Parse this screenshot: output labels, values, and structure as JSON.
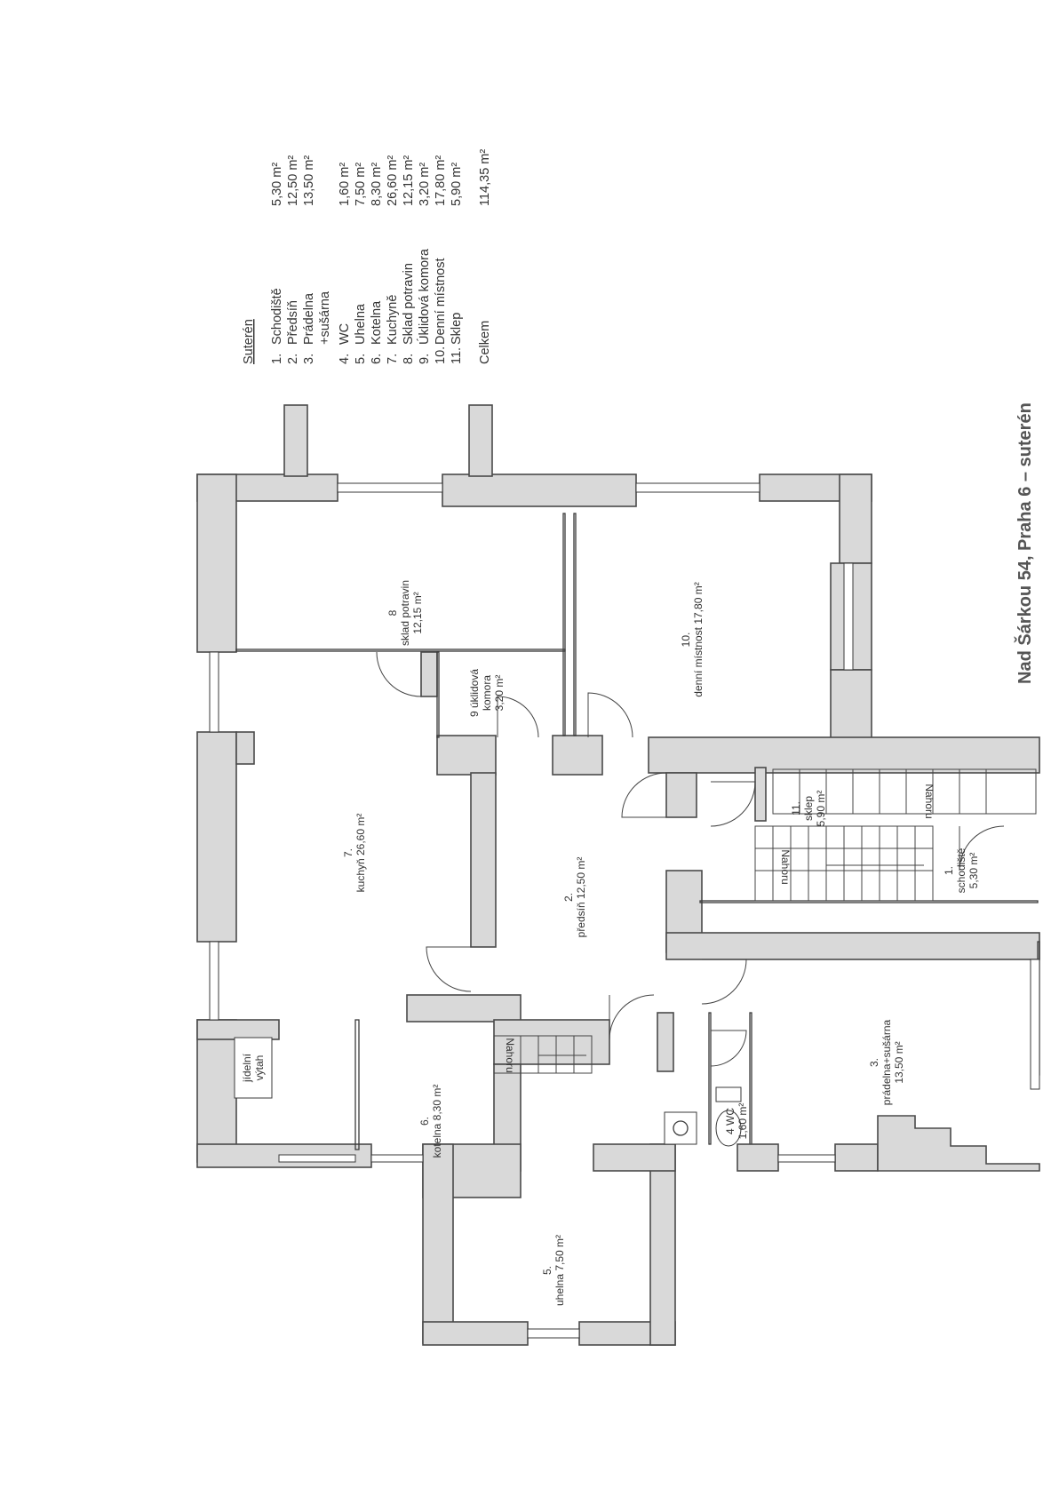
{
  "title": "Nad Šárkou 54, Praha 6 – suterén",
  "legend": {
    "heading": "Suterén",
    "items": [
      {
        "no": "1.",
        "name": "Schodiště",
        "area": "5,30 m²"
      },
      {
        "no": "2.",
        "name": "Předsíň",
        "area": "12,50 m²"
      },
      {
        "no": "3.",
        "name": "Prádelna",
        "area": "13,50 m²"
      },
      {
        "no": "",
        "name": "+sušárna",
        "area": ""
      },
      {
        "no": "4.",
        "name": "WC",
        "area": "1,60 m²"
      },
      {
        "no": "5.",
        "name": "Uhelna",
        "area": "7,50 m²"
      },
      {
        "no": "6.",
        "name": "Kotelna",
        "area": "8,30 m²"
      },
      {
        "no": "7.",
        "name": "Kuchyně",
        "area": "26,60 m²"
      },
      {
        "no": "8.",
        "name": "Sklad potravin",
        "area": "12,15 m²"
      },
      {
        "no": "9.",
        "name": "Úklidová komora",
        "area": "3,20 m²"
      },
      {
        "no": "10.",
        "name": "Denní místnost",
        "area": "17,80 m²"
      },
      {
        "no": "11.",
        "name": "Sklep",
        "area": "5,90 m²"
      }
    ],
    "total_label": "Celkem",
    "total_area": "114,35 m²"
  },
  "rooms": {
    "r1": [
      "1.",
      "schodiště",
      "5,30 m²"
    ],
    "r2": [
      "2.",
      "předsíň 12,50 m²"
    ],
    "r3": [
      "3.",
      "prádelna+sušárna",
      "13,50 m²"
    ],
    "r4": [
      "4  WC",
      "1,60 m²"
    ],
    "r5": [
      "5.",
      "uhelna 7,50 m²"
    ],
    "r6": [
      "6.",
      "kotelna  8,30 m²"
    ],
    "r7": [
      "7.",
      "kuchyň 26,60 m²"
    ],
    "r8": [
      "8",
      "sklad potravin",
      "12,15 m²"
    ],
    "r9": [
      "9 úklidová",
      "komora",
      "3,20 m²"
    ],
    "r10": [
      "10.",
      "denní místnost 17,80 m²"
    ],
    "r11": [
      "11.",
      "sklep",
      "5,90 m²"
    ],
    "lift": [
      "jídelní",
      "výtah"
    ]
  },
  "stairs": {
    "up_label": "Nahoru"
  }
}
